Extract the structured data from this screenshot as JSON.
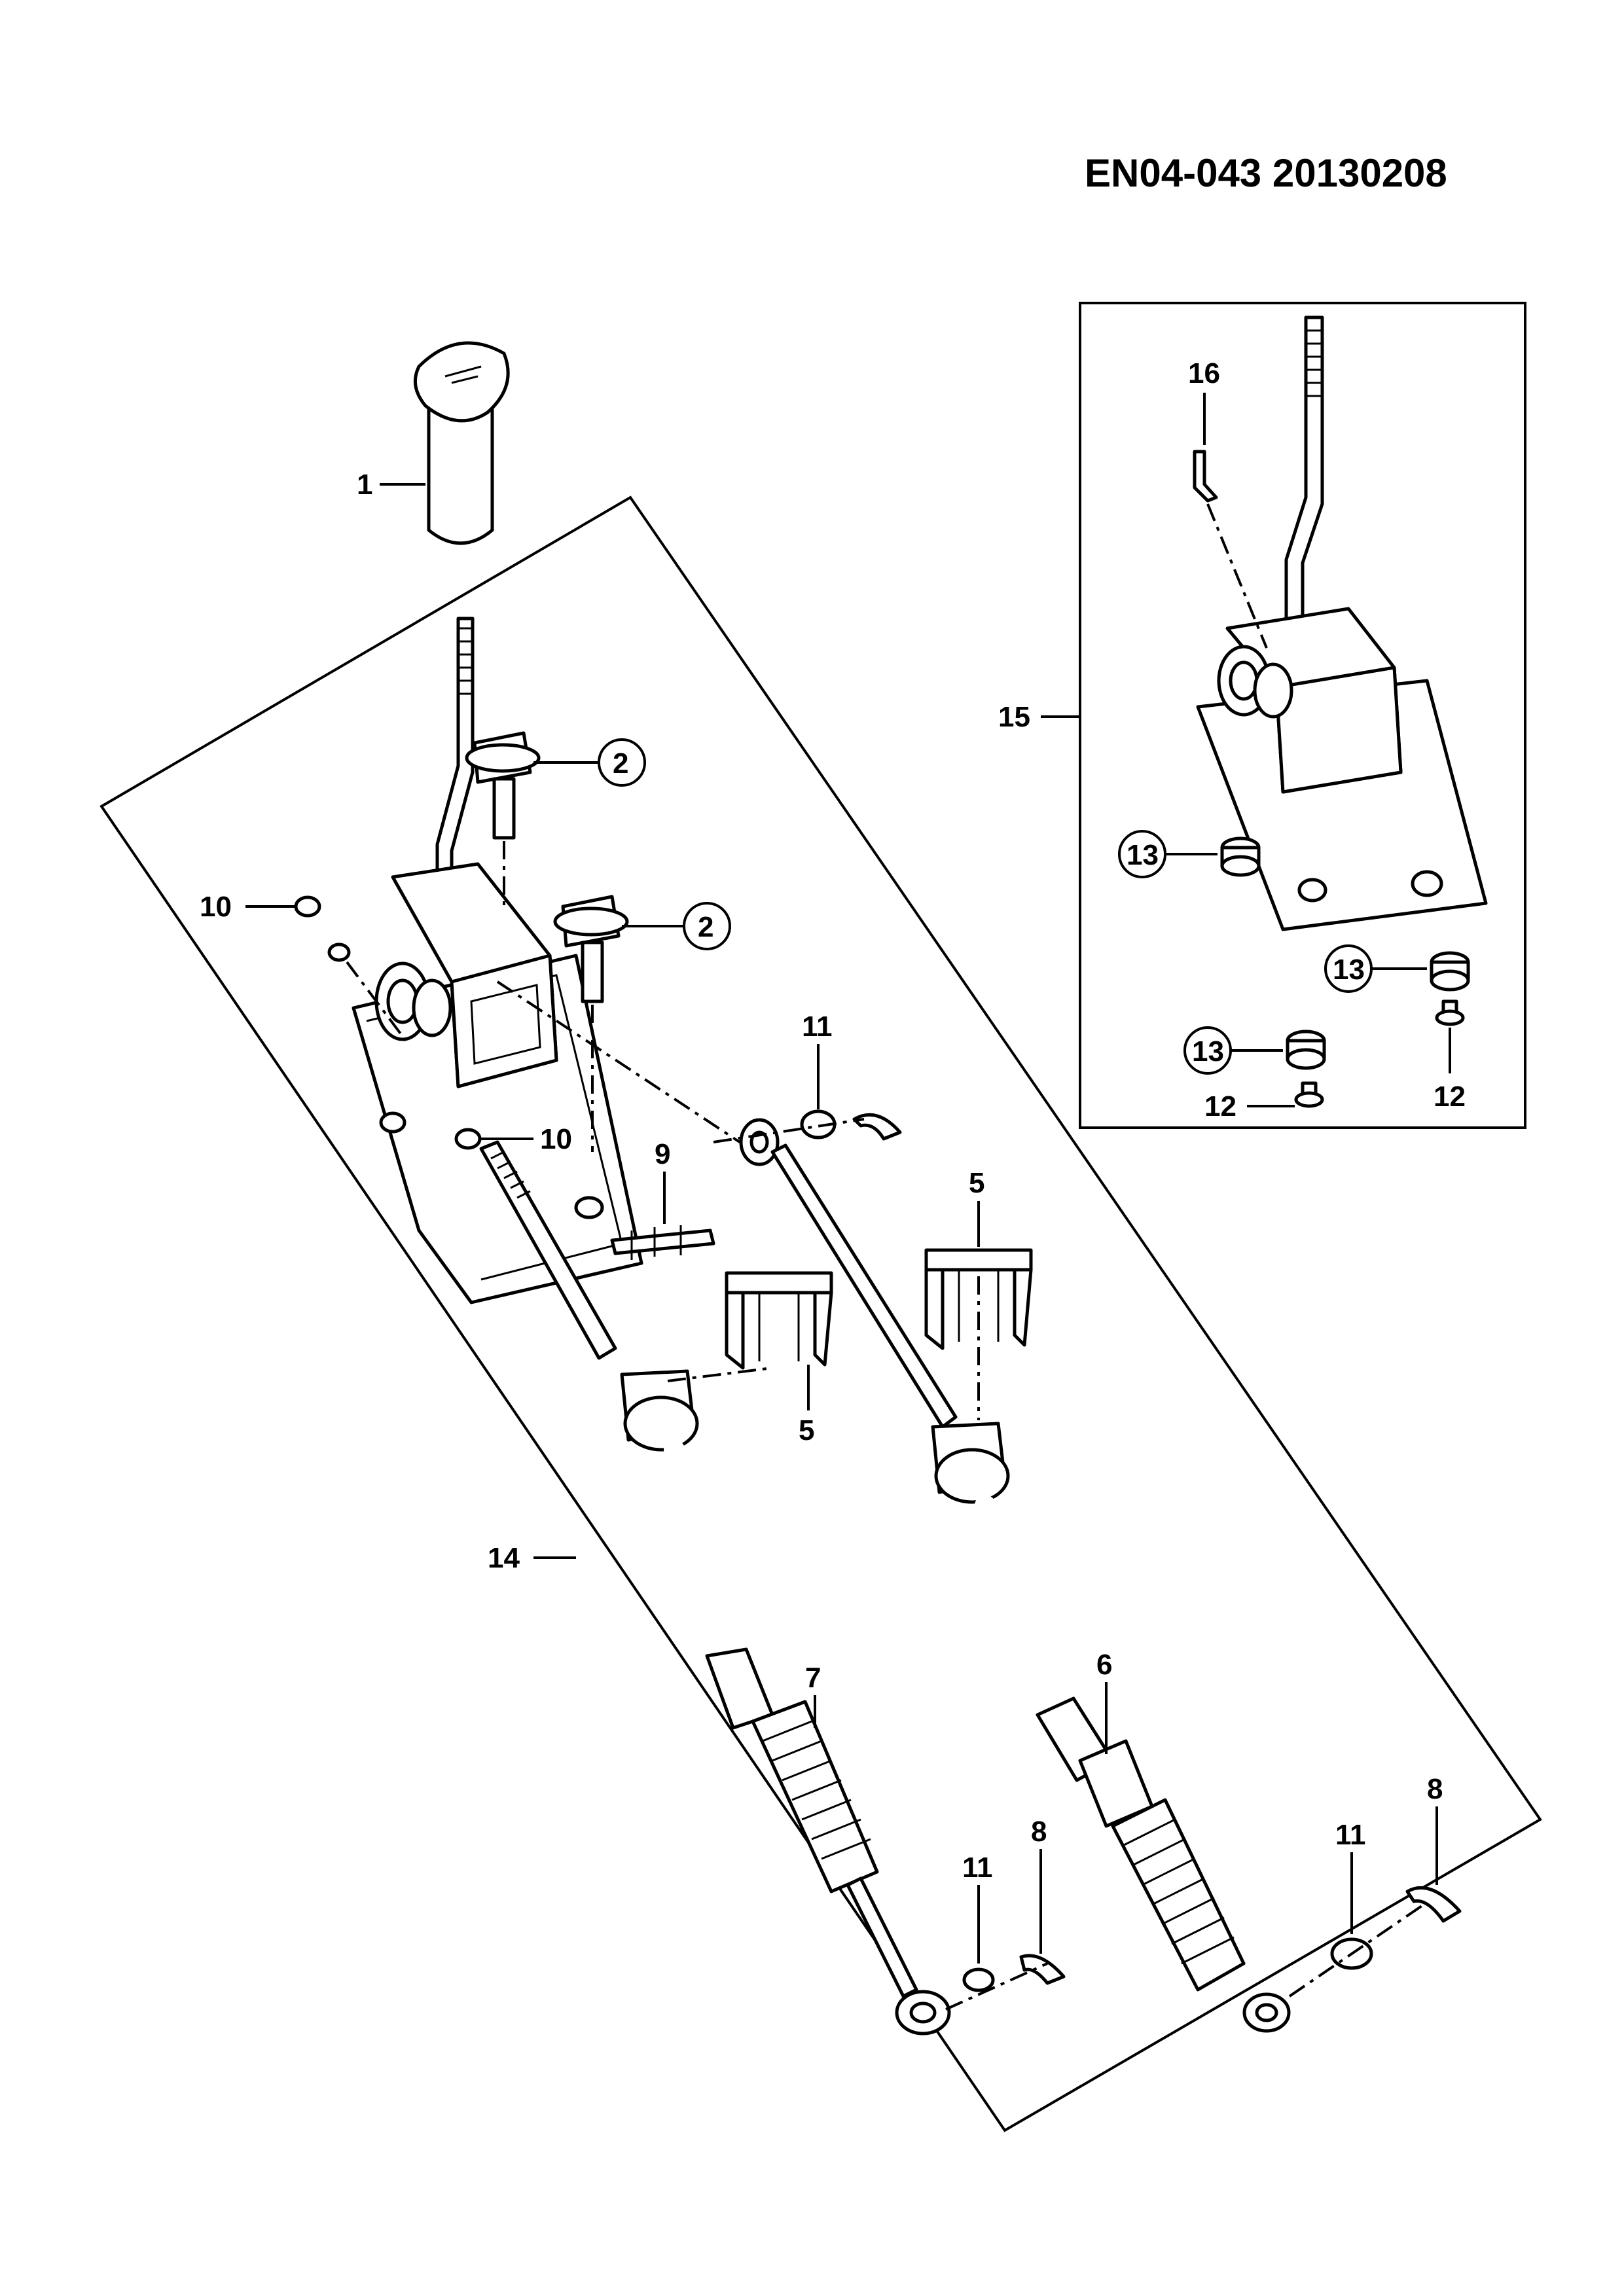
{
  "header": {
    "code": "EN04-043  20130208"
  },
  "callouts": {
    "c1": "1",
    "c2a": "2",
    "c2b": "2",
    "c5a": "5",
    "c5b": "5",
    "c6": "6",
    "c7": "7",
    "c8a": "8",
    "c8b": "8",
    "c9": "9",
    "c10a": "10",
    "c10b": "10",
    "c11a": "11",
    "c11b": "11",
    "c11c": "11",
    "c12a": "12",
    "c12b": "12",
    "c13a": "13",
    "c13b": "13",
    "c13c": "13",
    "c14": "14",
    "c15": "15",
    "c16": "16"
  }
}
